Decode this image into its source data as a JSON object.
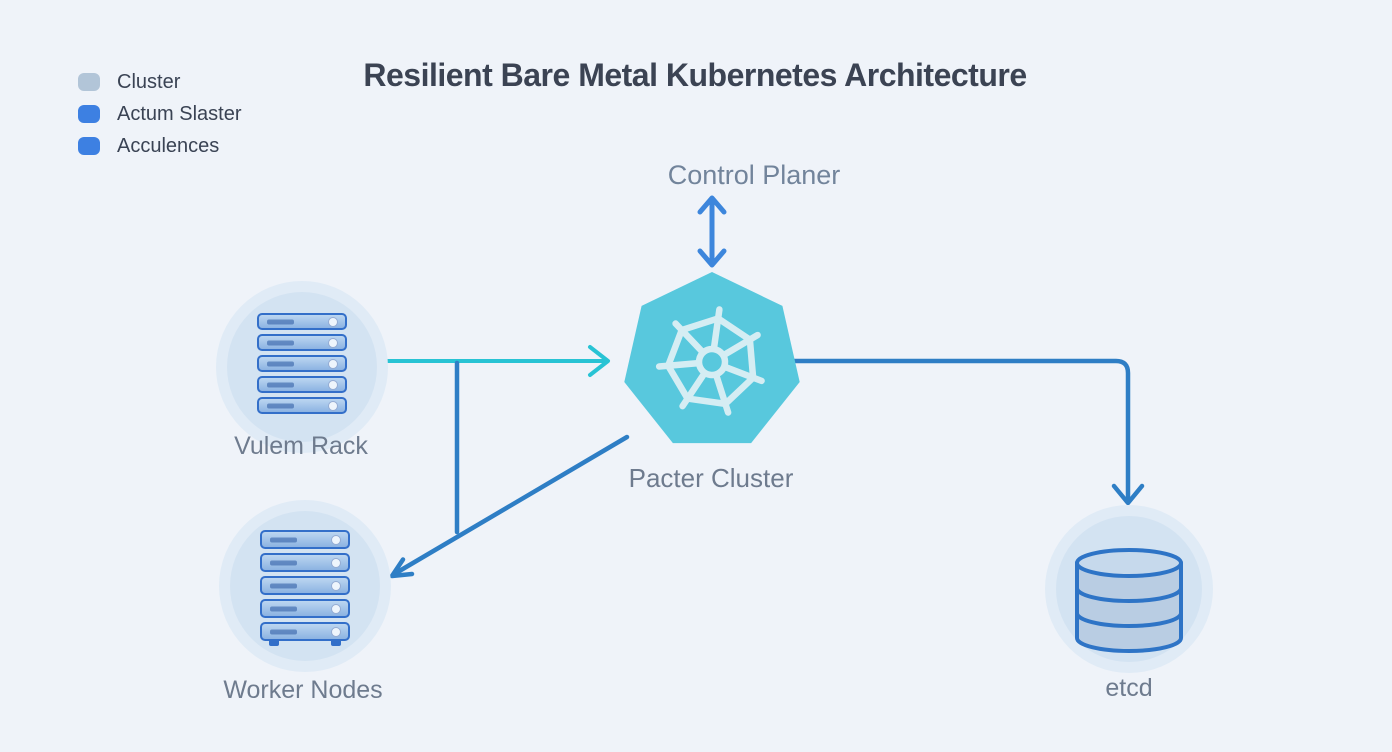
{
  "title": "Resilient Bare Metal Kubernetes Architecture",
  "legend": {
    "items": [
      {
        "label": "Cluster",
        "color": "#b2c5d8"
      },
      {
        "label": "Actum Slaster",
        "color": "#3d80e2"
      },
      {
        "label": "Acculences",
        "color": "#3d80e2"
      }
    ]
  },
  "nodes": {
    "control_plane": {
      "label": "Control Planer"
    },
    "k8s_cluster": {
      "label": "Pacter Cluster",
      "icon": "kubernetes-heptagon-wheel-icon"
    },
    "rack": {
      "label": "Vulem Rack",
      "icon": "server-rack-icon"
    },
    "workers": {
      "label": "Worker Nodes",
      "icon": "server-rack-icon"
    },
    "etcd": {
      "label": "etcd",
      "icon": "database-cylinder-icon"
    }
  },
  "connectors": [
    {
      "name": "control-plane-to-k8s",
      "style": "vertical double-headed arrow"
    },
    {
      "name": "rack-to-k8s",
      "style": "horizontal teal arrow"
    },
    {
      "name": "rack-branch-down",
      "style": "vertical blue line"
    },
    {
      "name": "k8s-to-workers",
      "style": "diagonal blue arrow"
    },
    {
      "name": "k8s-to-etcd",
      "style": "elbow blue arrow"
    }
  ],
  "colors": {
    "background": "#eff3f9",
    "title_text": "#3b4353",
    "label_text": "#6e7b8e",
    "control_label_text": "#72849b",
    "legend_text": "#3a4354",
    "arrow_teal": "#28c3d4",
    "arrow_blue": "#2e7ec5",
    "arrow_control": "#3d86dc",
    "k8s_fill": "#58c8dd",
    "k8s_wheel": "#e7f3f7",
    "circle_fill": "#d3e3f2",
    "circle_halo": "#e0ebf6",
    "slat_border": "#336fc9",
    "slat_fill_top": "#bcd6f1",
    "slat_fill_bottom": "#8cb3e2",
    "cylinder_stroke": "#2e74c6",
    "cylinder_fill": "#b9cde3",
    "cylinder_top_fill": "#c6d9ec"
  }
}
